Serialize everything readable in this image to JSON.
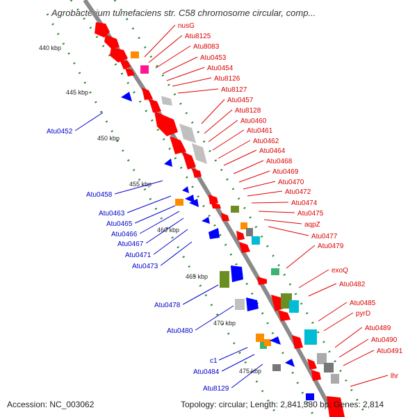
{
  "title": "Agrobacterium tumefaciens str. C58 chromosome circular, comp...",
  "footer": {
    "accession": "Accession: NC_003062",
    "summary": "Topology: circular; Length: 2,841,580 bp; Genes: 2,814"
  },
  "colors": {
    "backbone": "#8a8a8a",
    "forward_label": "#dd0000",
    "reverse_label": "#0000cc",
    "tick_mark": "#228b22"
  },
  "ticks": [
    "440 kbp",
    "445 kbp",
    "450 kbp",
    "455 kbp",
    "460 kbp",
    "465 kbp",
    "470 kbp",
    "475 kbp"
  ],
  "right_labels": [
    "nusG",
    "Atu8125",
    "Atu8083",
    "Atu0453",
    "Atu0454",
    "Atu8126",
    "Atu8127",
    "Atu0457",
    "Atu8128",
    "Atu0460",
    "Atu0461",
    "Atu0462",
    "Atu0464",
    "Atu0468",
    "Atu0469",
    "Atu0470",
    "Atu0472",
    "Atu0474",
    "Atu0475",
    "aqpZ",
    "Atu0477",
    "Atu0479",
    "exoQ",
    "Atu0482",
    "Atu0485",
    "pyrD",
    "Atu0489",
    "Atu0490",
    "Atu0491",
    "lhr"
  ],
  "left_labels": [
    "Atu0452",
    "Atu0458",
    "Atu0463",
    "Atu0465",
    "Atu0466",
    "Atu0467",
    "Atu0471",
    "Atu0473",
    "Atu0478",
    "Atu0480",
    "c1",
    "Atu0484",
    "Atu8129"
  ]
}
